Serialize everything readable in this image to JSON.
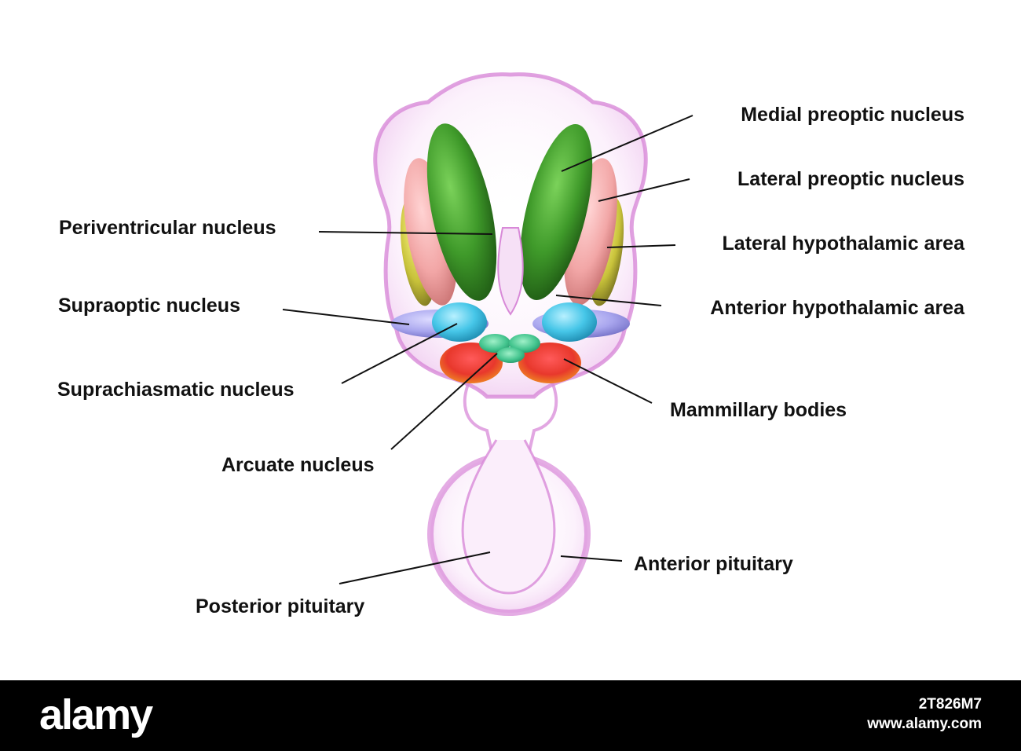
{
  "labels": {
    "medial_preoptic": "Medial preoptic nucleus",
    "lateral_preoptic": "Lateral preoptic nucleus",
    "periventricular": "Periventricular nucleus",
    "lateral_hypothalamic": "Lateral hypothalamic area",
    "supraoptic": "Supraoptic nucleus",
    "anterior_hypothalamic": "Anterior hypothalamic area",
    "suprachiasmatic": "Suprachiasmatic nucleus",
    "mammillary": "Mammillary bodies",
    "arcuate": "Arcuate nucleus",
    "anterior_pituitary": "Anterior pituitary",
    "posterior_pituitary": "Posterior pituitary"
  },
  "footer": {
    "brand": "alamy",
    "image_id": "2T826M7",
    "site": "www.alamy.com"
  },
  "colors": {
    "outline": "#d889d8",
    "medial_preoptic": "#3f9a2a",
    "lateral_preoptic": "#f2a6a6",
    "lateral_hypothalamic": "#c8c23a",
    "supraoptic": "#a9a6ee",
    "suprachiasmatic": "#46c6e8",
    "arcuate": "#43c48e",
    "mammillary": "#e8382c",
    "leader_line": "#111111"
  }
}
